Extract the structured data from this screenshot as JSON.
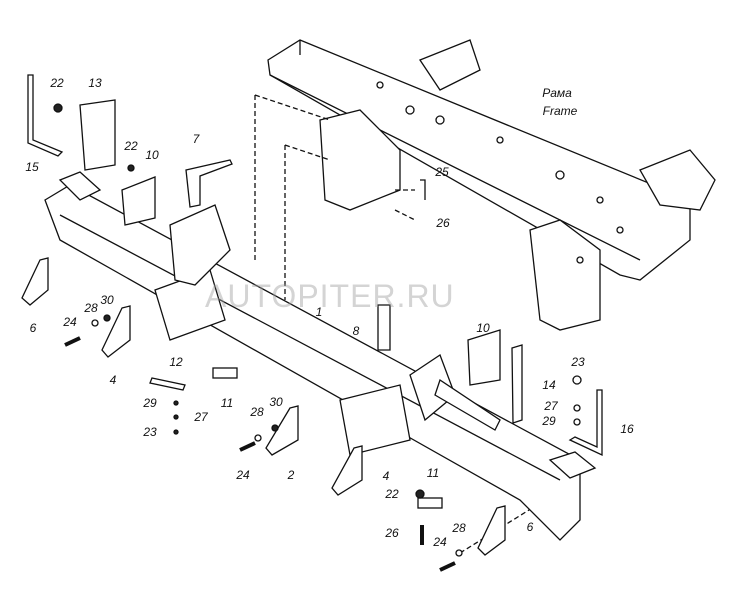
{
  "title_labels": {
    "frame_ru": "Рама",
    "frame_en": "Frame"
  },
  "watermark": "AUTOPITER.RU",
  "parts": [
    {
      "id": "p22a",
      "num": "22"
    },
    {
      "id": "p13",
      "num": "13"
    },
    {
      "id": "p15",
      "num": "15"
    },
    {
      "id": "p7",
      "num": "7"
    },
    {
      "id": "p22b",
      "num": "22"
    },
    {
      "id": "p10a",
      "num": "10"
    },
    {
      "id": "p25",
      "num": "25"
    },
    {
      "id": "p26a",
      "num": "26"
    },
    {
      "id": "p6a",
      "num": "6"
    },
    {
      "id": "p24a",
      "num": "24"
    },
    {
      "id": "p28a",
      "num": "28"
    },
    {
      "id": "p30a",
      "num": "30"
    },
    {
      "id": "p4a",
      "num": "4"
    },
    {
      "id": "p1",
      "num": "1"
    },
    {
      "id": "p8",
      "num": "8"
    },
    {
      "id": "p10b",
      "num": "10"
    },
    {
      "id": "p12",
      "num": "12"
    },
    {
      "id": "p11a",
      "num": "11"
    },
    {
      "id": "p29a",
      "num": "29"
    },
    {
      "id": "p27a",
      "num": "27"
    },
    {
      "id": "p23a",
      "num": "23"
    },
    {
      "id": "p28b",
      "num": "28"
    },
    {
      "id": "p30b",
      "num": "30"
    },
    {
      "id": "p24b",
      "num": "24"
    },
    {
      "id": "p2",
      "num": "2"
    },
    {
      "id": "p4b",
      "num": "4"
    },
    {
      "id": "p14",
      "num": "14"
    },
    {
      "id": "p23b",
      "num": "23"
    },
    {
      "id": "p27b",
      "num": "27"
    },
    {
      "id": "p29b",
      "num": "29"
    },
    {
      "id": "p16",
      "num": "16"
    },
    {
      "id": "p11b",
      "num": "11"
    },
    {
      "id": "p22c",
      "num": "22"
    },
    {
      "id": "p26b",
      "num": "26"
    },
    {
      "id": "p28c",
      "num": "28"
    },
    {
      "id": "p24c",
      "num": "24"
    },
    {
      "id": "p6b",
      "num": "6"
    }
  ]
}
